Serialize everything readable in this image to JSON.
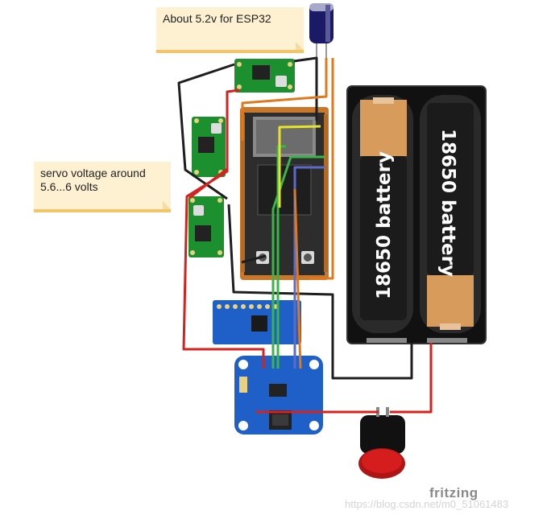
{
  "notes": {
    "esp": "About 5.2v for ESP32",
    "servo_line1": "servo voltage around",
    "servo_line2": "5.6...6 volts"
  },
  "battery": {
    "label_left": "18650 battery",
    "label_right": "18650 battery"
  },
  "brand": "fritzing",
  "watermark": "https://blog.csdn.net/m0_51061483",
  "colors": {
    "wire_red": "#d4231f",
    "wire_black": "#1e1e1e",
    "wire_orange": "#e0781c",
    "wire_yellow": "#e6e32a",
    "wire_green": "#39b54a",
    "board_green": "#1c8f2e",
    "esp_orange": "#c8782a",
    "sensor_blue": "#1f5fc8",
    "battery_holder": "#111111",
    "battery_tan": "#d79b5b",
    "button_red": "#d61d1d"
  }
}
